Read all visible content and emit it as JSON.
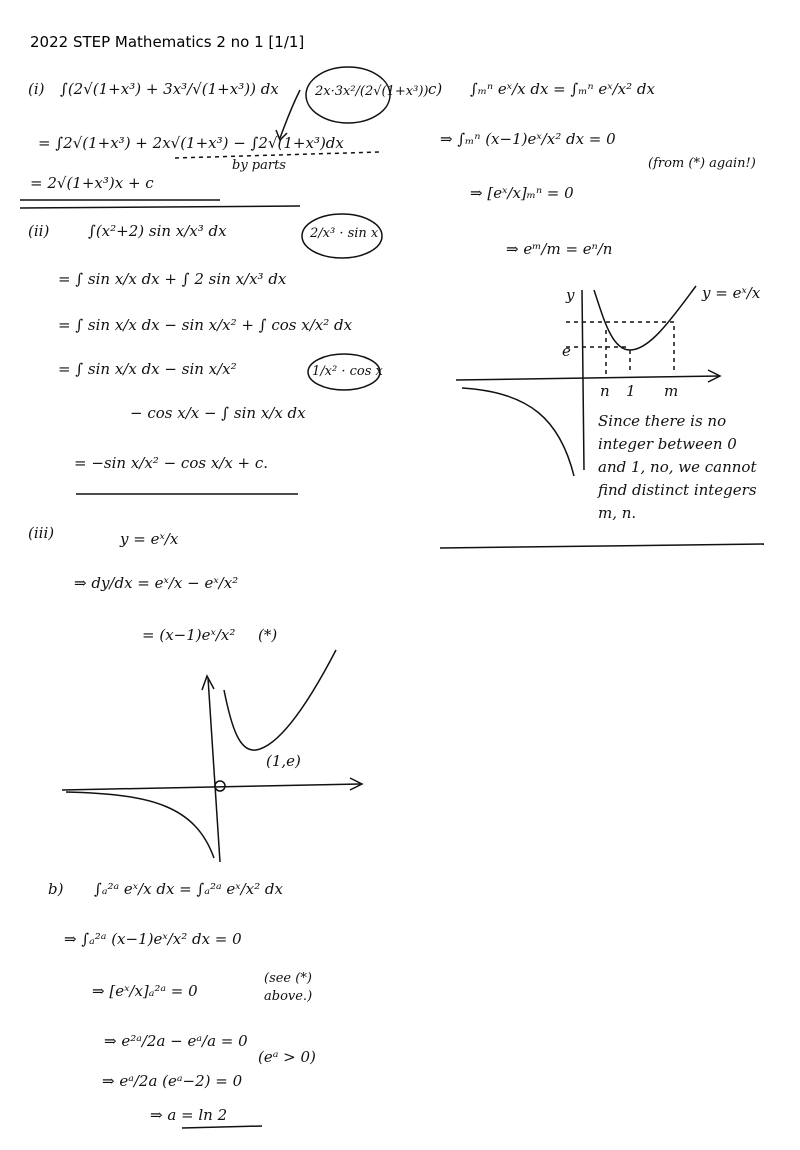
{
  "header": {
    "title": "2022 STEP Mathematics 2 no 1 [1/1]"
  },
  "part_i": {
    "label": "(i)",
    "lines": [
      "∫(2√(1+x³) + 3x³/√(1+x³)) dx",
      "= ∫2√(1+x³) + 2x√(1+x³) − ∫2√(1+x³)dx",
      "= 2√(1+x³)x + c"
    ],
    "circled": "2x·3x²/(2√(1+x³))",
    "note": "by parts"
  },
  "part_ii": {
    "label": "(ii)",
    "lines": [
      "∫(x²+2) sin x/x³ dx",
      "= ∫ sin x/x dx + ∫ 2 sin x/x³ dx",
      "= ∫ sin x/x dx − sin x/x² + ∫ cos x/x² dx",
      "= ∫ sin x/x dx − sin x/x²",
      "− cos x/x − ∫ sin x/x dx",
      "= −sin x/x² − cos x/x + c."
    ],
    "circled_1": "2/x³ · sin x",
    "circled_2": "1/x² · cos x"
  },
  "part_iii": {
    "label": "(iii)",
    "lines": [
      "y = eˣ/x",
      "⇒ dy/dx = eˣ/x − eˣ/x²",
      "= (x−1)eˣ/x²"
    ],
    "star": "(*)",
    "point_label": "(1,e)"
  },
  "part_b": {
    "label": "b)",
    "lines": [
      "∫ₐ²ᵃ eˣ/x dx = ∫ₐ²ᵃ eˣ/x² dx",
      "⇒ ∫ₐ²ᵃ (x−1)eˣ/x² dx = 0",
      "⇒ [eˣ/x]ₐ²ᵃ = 0",
      "⇒ e²ᵃ/2a − eᵃ/a = 0",
      "⇒ eᵃ/2a (eᵃ−2) = 0",
      "⇒ a = ln 2"
    ],
    "see_note": "(see (*) above.)",
    "cond": "(eᵃ > 0)"
  },
  "part_c": {
    "label": "c)",
    "lines": [
      "∫ₘⁿ eˣ/x dx = ∫ₘⁿ eˣ/x² dx",
      "⇒ ∫ₘⁿ (x−1)eˣ/x² dx = 0",
      "⇒ [eˣ/x]ₘⁿ = 0",
      "⇒ eᵐ/m = eⁿ/n"
    ],
    "from_note": "(from (*) again!)",
    "axis_y": "y",
    "curve_label": "y = eˣ/x",
    "e_label": "e",
    "tick_labels": [
      "n",
      "1",
      "m"
    ],
    "conclusion": "Since there is no integer between 0 and 1, no, we cannot find distinct integers m, n."
  }
}
